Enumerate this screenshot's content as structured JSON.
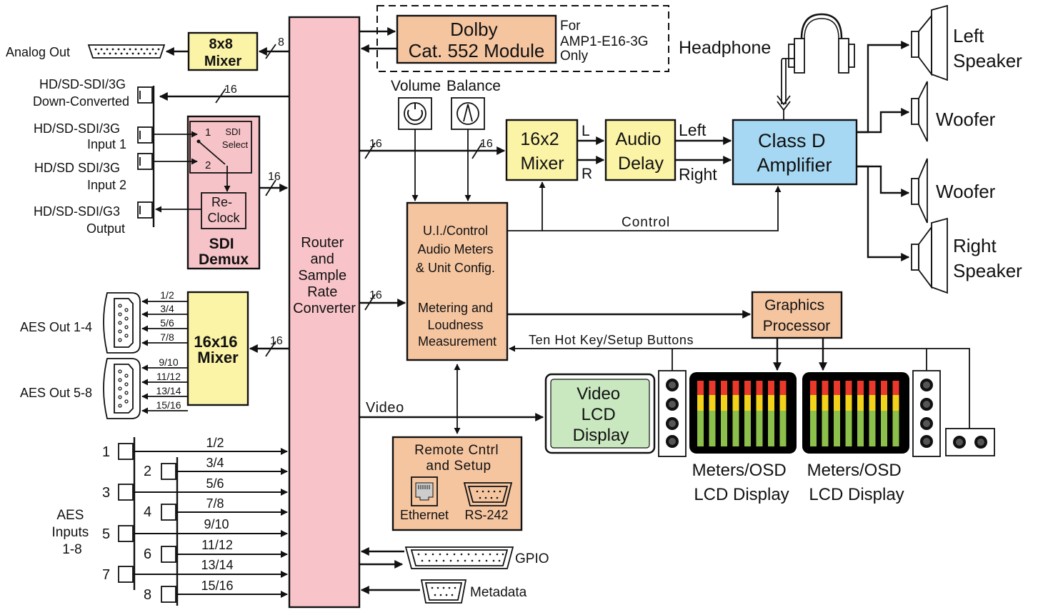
{
  "blocks": {
    "router": [
      "Router",
      "and",
      "Sample",
      "Rate",
      "Converter"
    ],
    "mixer_8x8": [
      "8x8",
      "Mixer"
    ],
    "dolby": [
      "Dolby",
      "Cat. 552 Module"
    ],
    "dolby_note": [
      "For",
      "AMP1-E16-3G",
      "Only"
    ],
    "sdi_select": [
      "SDI",
      "Select"
    ],
    "sdi_pos_1": "1",
    "sdi_pos_2": "2",
    "reclock": [
      "Re-",
      "Clock"
    ],
    "sdi_demux": [
      "SDI",
      "Demux"
    ],
    "mixer_16x16": [
      "16x16",
      "Mixer"
    ],
    "volume": "Volume",
    "balance": "Balance",
    "mixer_16x2": [
      "16x2",
      "Mixer"
    ],
    "audio_delay": [
      "Audio",
      "Delay"
    ],
    "class_d": [
      "Class D",
      "Amplifier"
    ],
    "ui_control": [
      "U.I./Control",
      "Audio Meters",
      "& Unit Config.",
      "",
      "Metering and",
      "Loudness",
      "Measurement"
    ],
    "graphics": [
      "Graphics",
      "Processor"
    ],
    "video_lcd": [
      "Video",
      "LCD",
      "Display"
    ],
    "remote": [
      "Remote Cntrl",
      "and Setup"
    ],
    "ethernet": "Ethernet",
    "rs242": "RS-242"
  },
  "labels": {
    "analog_out": "Analog Out",
    "down_converted": [
      "HD/SD-SDI/3G",
      "Down-Converted"
    ],
    "input1": [
      "HD/SD-SDI/3G",
      "Input 1"
    ],
    "input2": [
      "HD/SD SDI/3G",
      "Input 2"
    ],
    "sdi_output": [
      "HD/SD-SDI/G3",
      "Output"
    ],
    "aes_out_1_4": "AES Out 1-4",
    "aes_out_5_8": "AES Out 5-8",
    "aes_out_pairs_a": [
      "1/2",
      "3/4",
      "5/6",
      "7/8"
    ],
    "aes_out_pairs_b": [
      "9/10",
      "11/12",
      "13/14",
      "15/16"
    ],
    "aes_inputs": [
      "AES",
      "Inputs",
      "1-8"
    ],
    "aes_input_numbers": [
      "1",
      "2",
      "3",
      "4",
      "5",
      "6",
      "7",
      "8"
    ],
    "aes_input_pairs": [
      "1/2",
      "3/4",
      "5/6",
      "7/8",
      "9/10",
      "11/12",
      "13/14",
      "15/16"
    ],
    "gpio": "GPIO",
    "metadata": "Metadata",
    "video": "Video",
    "control": "Control",
    "hotkeys": "Ten Hot Key/Setup Buttons",
    "headphone": "Headphone",
    "left_ch": "L",
    "right_ch": "R",
    "left": "Left",
    "right": "Right",
    "left_speaker": [
      "Left",
      "Speaker"
    ],
    "woofer_1": "Woofer",
    "woofer_2": "Woofer",
    "right_speaker": [
      "Right",
      "Speaker"
    ],
    "meters_1": [
      "Meters/OSD",
      "LCD Display"
    ],
    "meters_2": [
      "Meters/OSD",
      "LCD Display"
    ],
    "bus_8": "8",
    "bus_16": "16"
  },
  "colors": {
    "router": "#f9c4c9",
    "mixer": "#fbf3a6",
    "dolby": "#f5c5a0",
    "sdi_demux": "#f6c3c8",
    "sdi_select": "#d8ecb5",
    "reclock": "#a7dde4",
    "volume": "#f2a6a0",
    "balance": "#cfe5a5",
    "amplifier": "#a6d8f3",
    "ui_control": "#f5c5a0",
    "graphics": "#f5c5a0",
    "video_lcd": "#c9e8c0",
    "remote": "#f5c5a0",
    "speaker": "#b9a2d4",
    "button_panel": "#d8cfa9",
    "meter_green": "#8cc04b",
    "meter_yellow": "#f2d21a",
    "meter_red": "#e8392b"
  }
}
